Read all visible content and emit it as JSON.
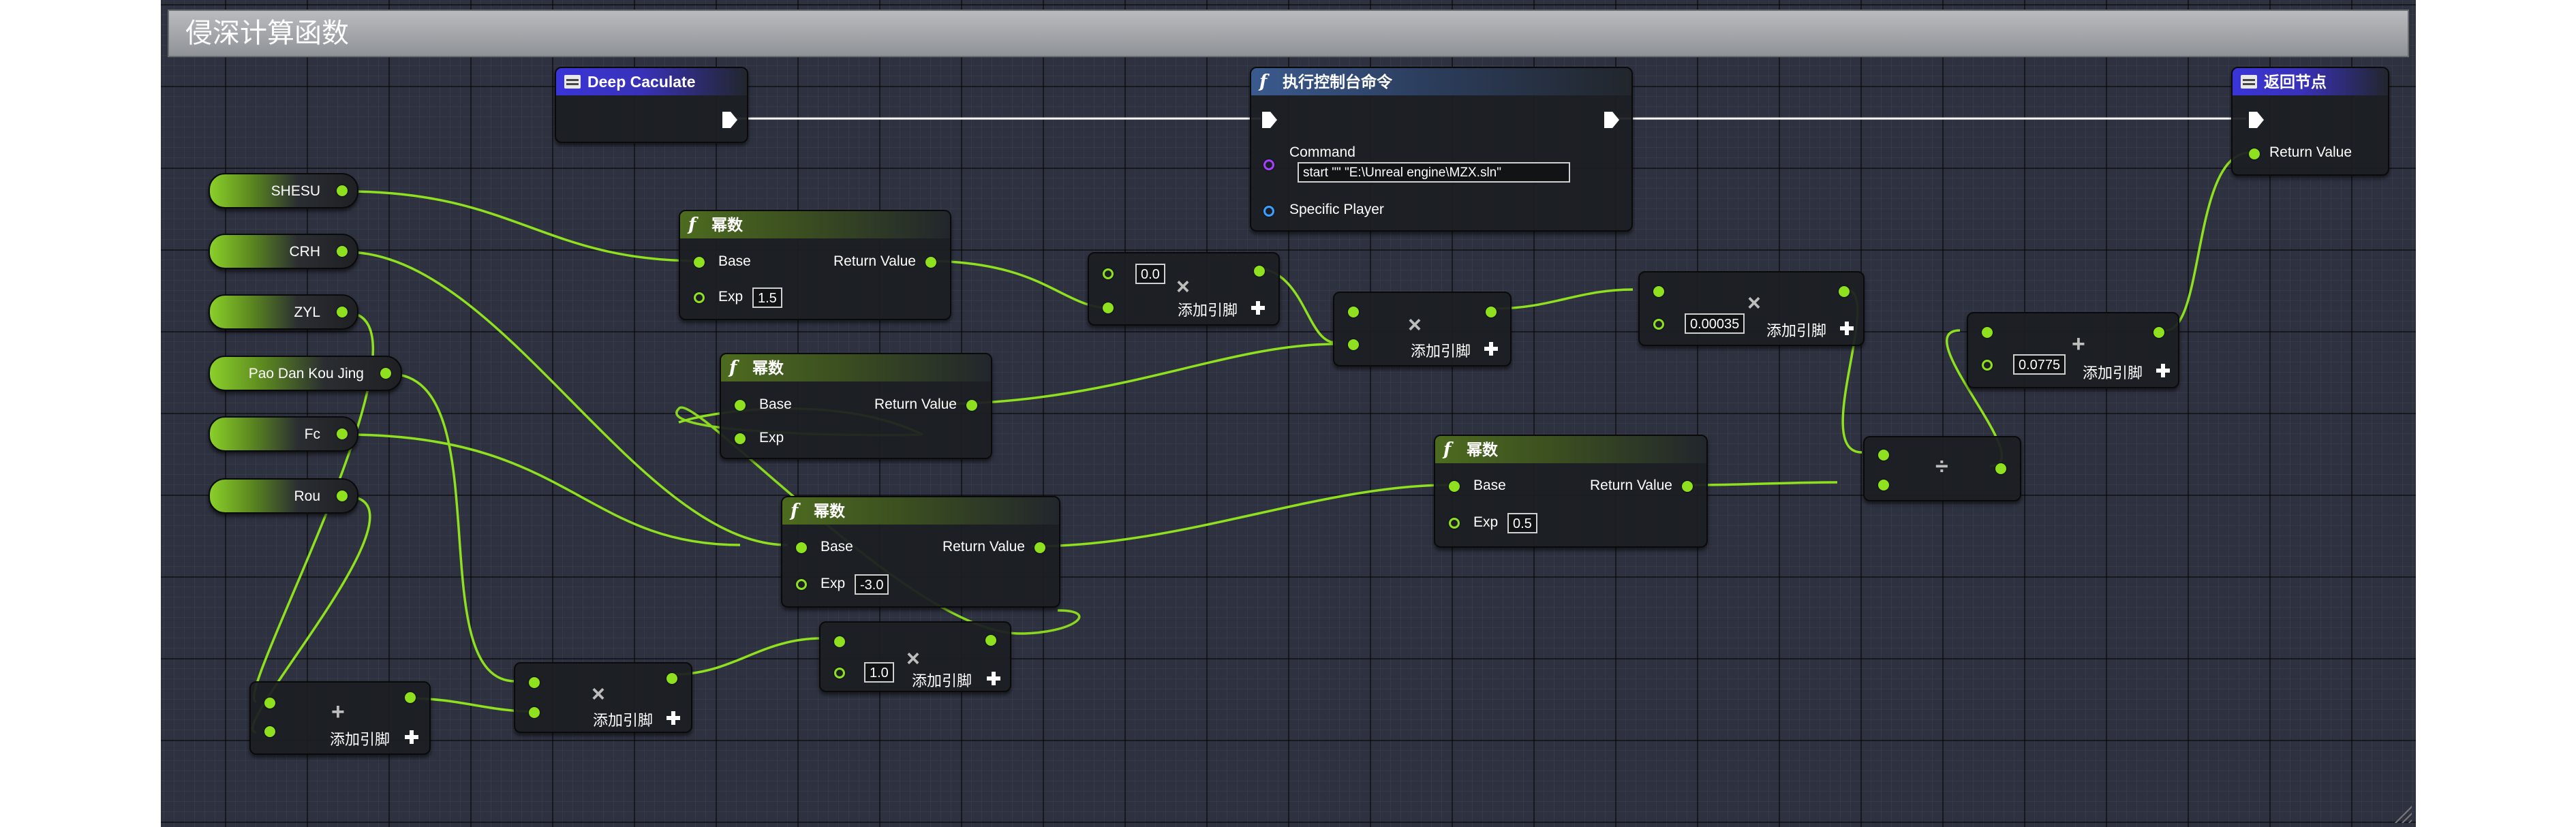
{
  "graph_title": "侵深计算函数",
  "colors": {
    "float_pin": "#8fe01e",
    "exec": "#ffffff",
    "object_pin": "#a640ff",
    "player_pin": "#3ba0ff"
  },
  "entry_node": {
    "title": "Deep Caculate",
    "icon": "function-entry-icon"
  },
  "console_node": {
    "title": "执行控制台命令",
    "icon": "function-icon",
    "command_label": "Command",
    "command_value": "start \"\" \"E:\\Unreal engine\\MZX.sln\"",
    "player_label": "Specific Player"
  },
  "return_node": {
    "title": "返回节点",
    "icon": "return-node-icon",
    "return_label": "Return Value"
  },
  "variables": [
    "SHESU",
    "CRH",
    "ZYL",
    "Pao Dan Kou Jing",
    "Fc",
    "Rou"
  ],
  "power_title": "幂数",
  "base_label": "Base",
  "exp_label": "Exp",
  "return_label": "Return Value",
  "add_pin_label": "添加引脚",
  "power_nodes": [
    {
      "exp": "1.5"
    },
    {
      "exp": ""
    },
    {
      "exp": "-3.0"
    },
    {
      "exp": "0.5"
    }
  ],
  "math_values": {
    "mul_a": "0.0",
    "mul_d": "1.0",
    "mul_c": "0.00035",
    "add_b": "0.0775"
  },
  "math_symbols": {
    "multiply": "×",
    "add": "+",
    "divide": "÷"
  }
}
